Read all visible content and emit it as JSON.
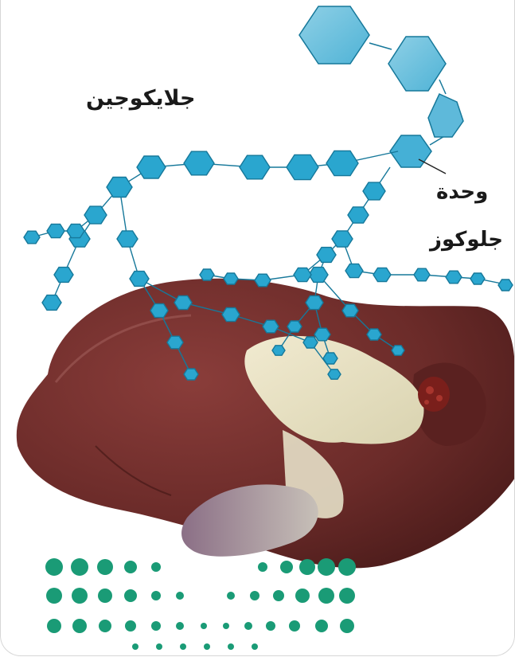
{
  "labels": {
    "glycogen": "جلايكوجين",
    "glucose_unit_line1": "وحدة",
    "glucose_unit_line2": "جلوكوز"
  },
  "colors": {
    "hexagon_fill": "#2aa6cf",
    "hexagon_stroke": "#16789a",
    "large_hexagon_fill": "#7cc6df",
    "liver": "#6e2e2c",
    "fat": "#e9e3c4",
    "watermark": "#1a9b76"
  },
  "icons": {
    "organ": "liver-image",
    "molecule": "glycogen-chain",
    "logo": "dot-pattern-logo"
  }
}
